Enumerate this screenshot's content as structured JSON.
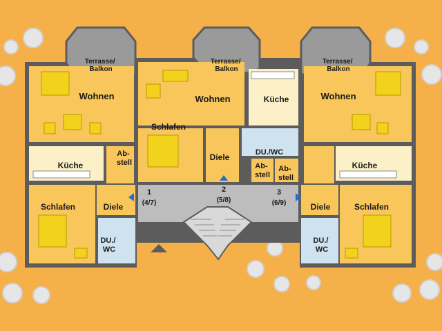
{
  "colors": {
    "background": "#f6b04a",
    "room_floor": "#f8c65a",
    "kitchen_floor": "#fbf0c8",
    "bath_floor": "#cfe2ef",
    "wall": "#5c5c5c",
    "terrace": "#9a9a9a",
    "hallway": "#bdbdbd",
    "arrow": "#1e6fd0",
    "furniture": "#f2d21c"
  },
  "labels": {
    "terrace": [
      "Terrasse/",
      "Balkon"
    ],
    "wohnen": "Wohnen",
    "kueche": "Küche",
    "schlafen": "Schlafen",
    "diele": "Diele",
    "abstell": [
      "Ab-",
      "stell"
    ],
    "duwc": "DU./WC",
    "duwc_split": [
      "DU./",
      "WC"
    ]
  },
  "entrances": [
    {
      "number": "1",
      "units": "(4/7)"
    },
    {
      "number": "2",
      "units": "(5/8)"
    },
    {
      "number": "3",
      "units": "(6/9)"
    }
  ]
}
